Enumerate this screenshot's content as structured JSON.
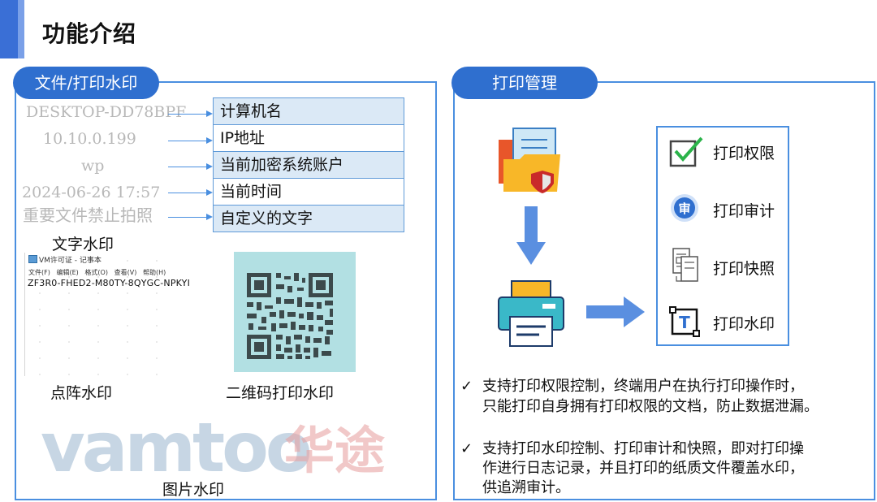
{
  "page": {
    "title": "功能介绍"
  },
  "left_panel": {
    "heading": "文件/打印水印",
    "watermark_fields": [
      {
        "sample": "DESKTOP-DD78BPF",
        "label": "计算机名"
      },
      {
        "sample": "10.10.0.199",
        "label": "IP地址"
      },
      {
        "sample": "wp",
        "label": "当前加密系统账户"
      },
      {
        "sample": "2024-06-26 17:57",
        "label": "当前时间"
      },
      {
        "sample": "重要文件禁止拍照",
        "label": "自定义的文字"
      }
    ],
    "text_watermark_caption": "文字水印",
    "dot_matrix": {
      "window_title": "VM许可证 - 记事本",
      "menu": [
        "文件(F)",
        "编辑(E)",
        "格式(O)",
        "查看(V)",
        "帮助(H)"
      ],
      "content": "ZF3R0-FHED2-M80TY-8QYGC-NPKYI",
      "caption": "点阵水印"
    },
    "qr_caption": "二维码打印水印",
    "image_watermark": {
      "brand_latin": "vamtoo",
      "brand_cn": "华途",
      "caption": "图片水印"
    }
  },
  "right_panel": {
    "heading": "打印管理",
    "features": [
      {
        "icon": "check-icon",
        "label": "打印权限"
      },
      {
        "icon": "audit-seal-icon",
        "label": "打印审计"
      },
      {
        "icon": "snapshot-icon",
        "label": "打印快照"
      },
      {
        "icon": "text-watermark-icon",
        "label": "打印水印"
      }
    ],
    "bullets": [
      {
        "mark": "✓",
        "lines": [
          "支持打印权限控制，终端用户在执行打印操作时，",
          "只能打印自身拥有打印权限的文档，防止数据泄漏。"
        ]
      },
      {
        "mark": "✓",
        "lines": [
          "支持打印水印控制、打印审计和快照，即对打印操",
          "作进行日志记录，并且打印的纸质文件覆盖水印，",
          "供追溯审计。"
        ]
      }
    ]
  },
  "colors": {
    "accent": "#2f6fcf",
    "border": "#4a8fe0",
    "cell_fill": "#dbe9f6",
    "qr_bg": "#b2e0e3"
  }
}
